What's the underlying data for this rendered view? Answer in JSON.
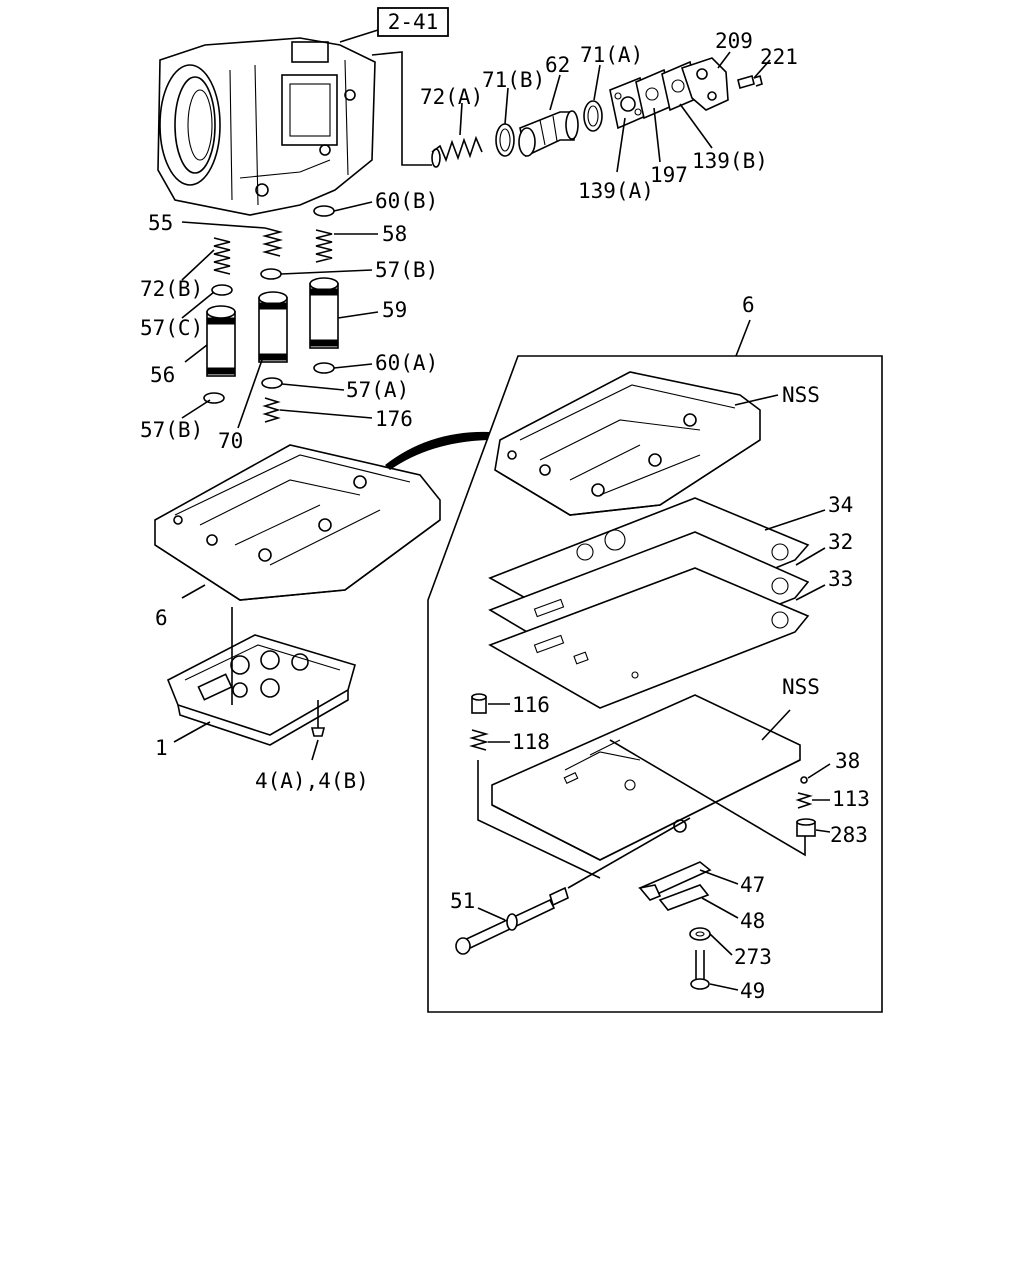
{
  "diagram": {
    "ref_box": "2-41",
    "labels": {
      "l72a": "72(A)",
      "l71b": "71(B)",
      "l62": "62",
      "l71a": "71(A)",
      "l209": "209",
      "l221": "221",
      "l139a": "139(A)",
      "l197": "197",
      "l139b": "139(B)",
      "l60b": "60(B)",
      "l55": "55",
      "l58": "58",
      "l57b_top": "57(B)",
      "l72b": "72(B)",
      "l57c": "57(C)",
      "l59": "59",
      "l56": "56",
      "l60a": "60(A)",
      "l57a": "57(A)",
      "l57b_low": "57(B)",
      "l176": "176",
      "l70": "70",
      "l6_top": "6",
      "l6_left": "6",
      "lnss_top": "NSS",
      "l34": "34",
      "l32": "32",
      "l33": "33",
      "l1": "1",
      "l4": "4(A),4(B)",
      "l116": "116",
      "l118": "118",
      "lnss_mid": "NSS",
      "l38": "38",
      "l113": "113",
      "l283": "283",
      "l47": "47",
      "l51": "51",
      "l48": "48",
      "l273": "273",
      "l49": "49"
    }
  }
}
